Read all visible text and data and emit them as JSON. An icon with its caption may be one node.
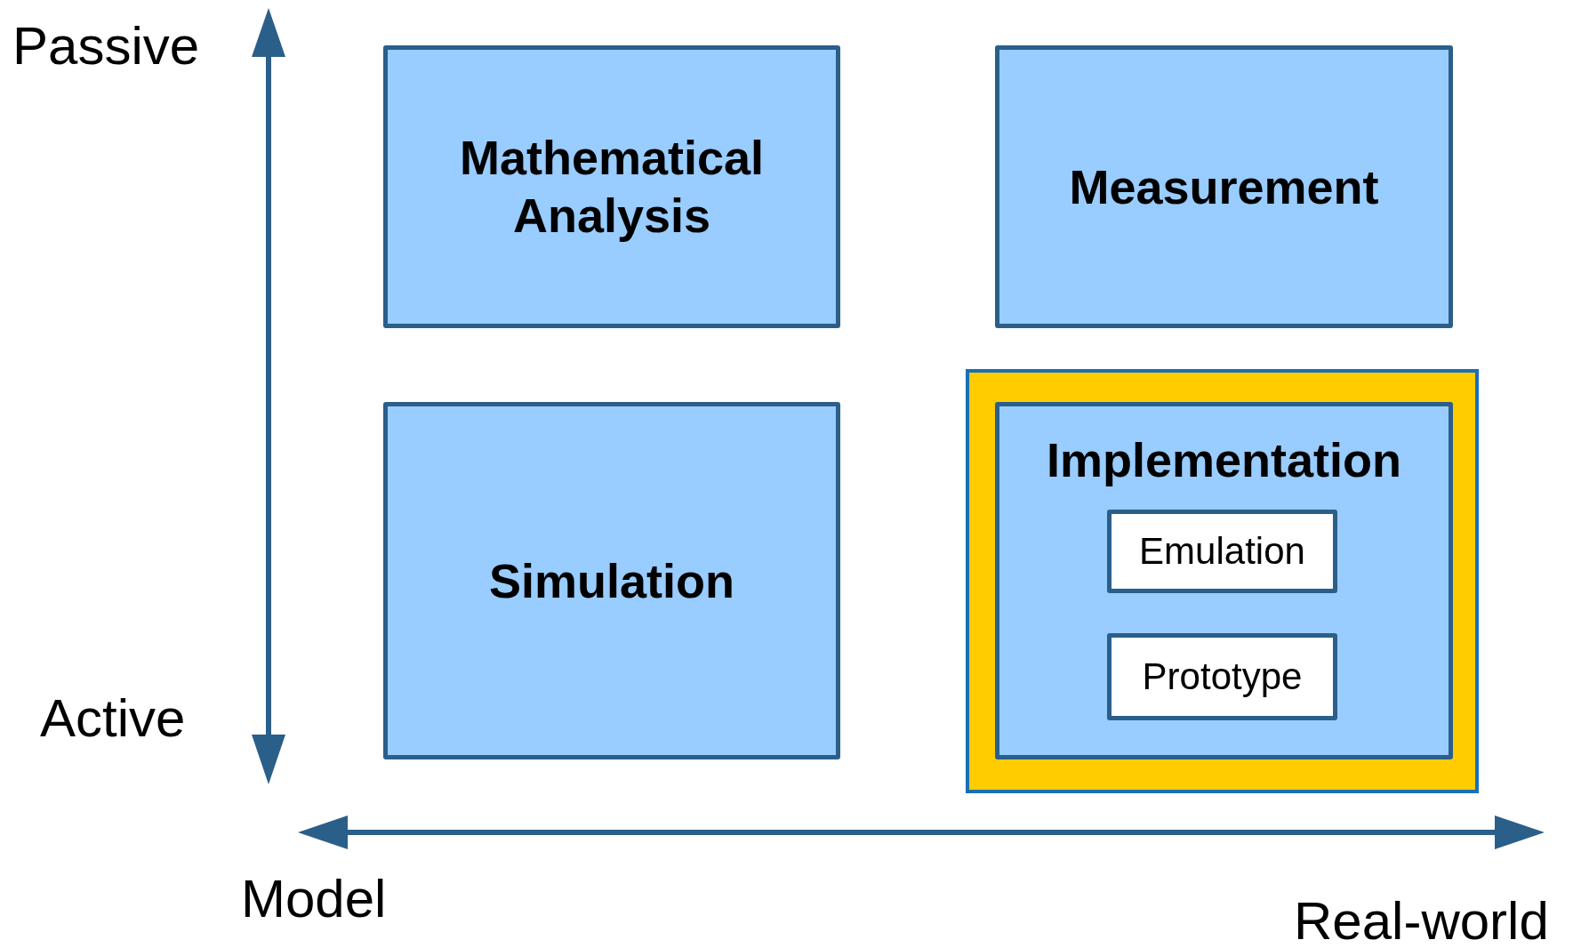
{
  "diagram": {
    "nodes": [
      {
        "text": [
          "Mathematical Analysis"
        ]
      },
      {
        "text": [
          "Measurement"
        ]
      },
      {
        "text": [
          "Simulation"
        ]
      },
      {
        "text": [],
        "shape": "box"
      },
      {
        "text": [
          "Implementation"
        ],
        "in": 3
      },
      {
        "text": [
          "Emulation"
        ],
        "in": 4
      },
      {
        "text": [
          "Prototype"
        ],
        "in": 4
      }
    ],
    "edges": [],
    "labels": [
      "Passive",
      "Active",
      "Model",
      "Real-world"
    ]
  }
}
